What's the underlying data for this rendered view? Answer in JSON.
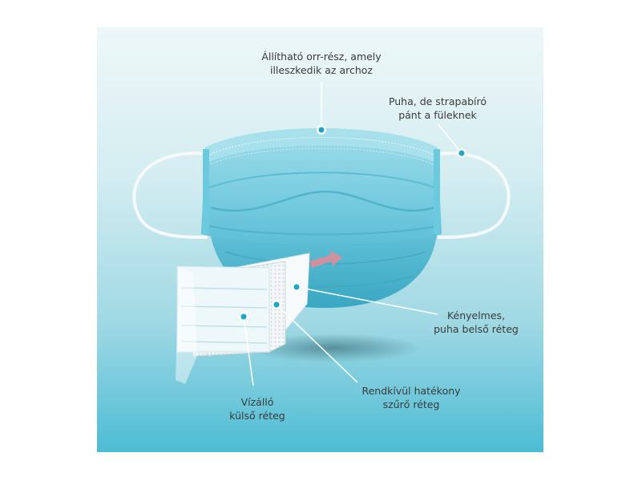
{
  "labels": {
    "nose": {
      "line1": "Állítható orr-rész, amely",
      "line2": "illeszkedik az archoz"
    },
    "ear": {
      "line1": "Puha, de strapabíró",
      "line2": "pánt a füleknek"
    },
    "inner": {
      "line1": "Kényelmes,",
      "line2": "puha belső réteg"
    },
    "filter": {
      "line1": "Rendkívül hatékony",
      "line2": "szűrő réteg"
    },
    "outer": {
      "line1": "Vízálló",
      "line2": "külső réteg"
    }
  },
  "colors": {
    "mask": "#7fd0e2",
    "mask_dark": "#4fb8cf",
    "marker": "#1aa7c4",
    "leader_line": "#ffffff",
    "arrow": "#e88a97"
  }
}
